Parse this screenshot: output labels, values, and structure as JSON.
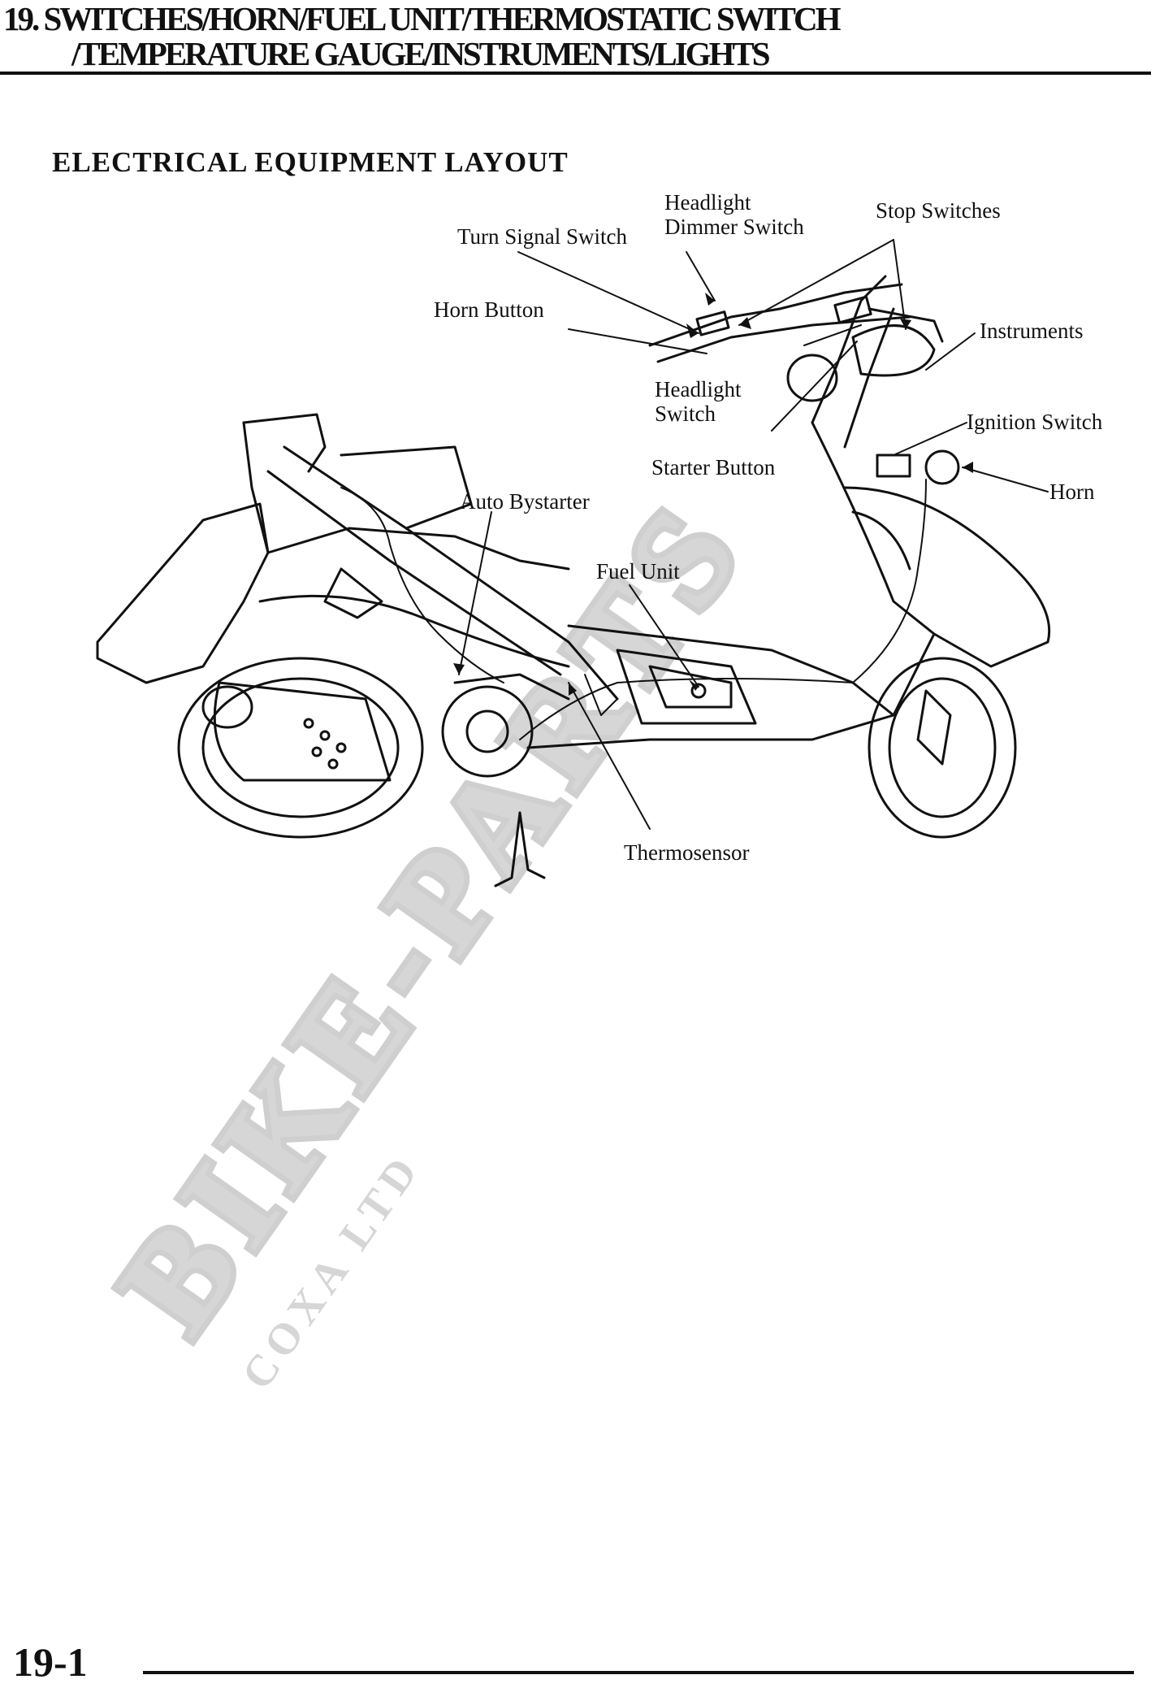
{
  "header": {
    "title_line1": "19.  SWITCHES/HORN/FUEL UNIT/THERMOSTATIC SWITCH",
    "title_line2": "/TEMPERATURE GAUGE/INSTRUMENTS/LIGHTS"
  },
  "section": {
    "heading": "ELECTRICAL EQUIPMENT LAYOUT"
  },
  "diagram": {
    "callouts": {
      "headlight_dimmer_switch_1": "Headlight",
      "headlight_dimmer_switch_2": "Dimmer Switch",
      "stop_switches": "Stop Switches",
      "turn_signal_switch": "Turn Signal Switch",
      "horn_button": "Horn Button",
      "instruments": "Instruments",
      "headlight_switch_1": "Headlight",
      "headlight_switch_2": "Switch",
      "ignition_switch": "Ignition Switch",
      "starter_button": "Starter Button",
      "horn": "Horn",
      "auto_bystarter": "Auto Bystarter",
      "fuel_unit": "Fuel Unit",
      "thermosensor": "Thermosensor"
    }
  },
  "watermark": {
    "logo_text": "BIKE-PARTS",
    "sub_text": "COXA LTD",
    "color": "#cfcfcf"
  },
  "footer": {
    "page_number": "19-1"
  }
}
